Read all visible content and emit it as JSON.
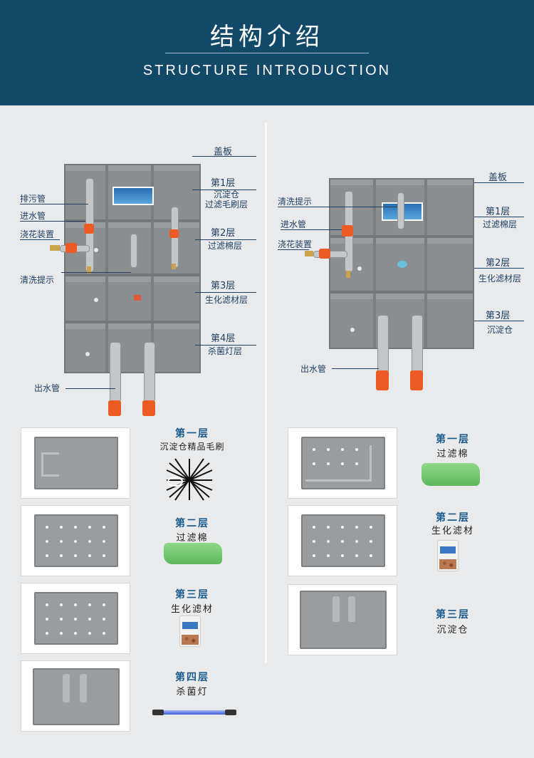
{
  "header": {
    "title_cn": "结构介绍",
    "title_en": "STRUCTURE INTRODUCTION"
  },
  "left_diagram": {
    "lid": "盖板",
    "layer1": "第1层",
    "layer1_desc_a": "沉淀仓",
    "layer1_desc_b": "过滤毛刷层",
    "layer2": "第2层",
    "layer2_desc": "过滤棉层",
    "layer3": "第3层",
    "layer3_desc": "生化滤材层",
    "layer4": "第4层",
    "layer4_desc": "杀菌灯层",
    "drain": "排污管",
    "inlet": "进水管",
    "spray": "浇花装置",
    "clean": "清洗提示",
    "outlet": "出水管"
  },
  "right_diagram": {
    "lid": "盖板",
    "layer1": "第1层",
    "layer1_desc": "过滤棉层",
    "layer2": "第2层",
    "layer2_desc": "生化滤材层",
    "layer3": "第3层",
    "layer3_desc": "沉淀仓",
    "clean": "清洗提示",
    "inlet": "进水管",
    "spray": "浇花装置",
    "outlet": "出水管"
  },
  "left_layers": [
    {
      "title": "第一层",
      "desc": "沉淀仓精品毛刷"
    },
    {
      "title": "第二层",
      "desc": "过滤棉"
    },
    {
      "title": "第三层",
      "desc": "生化滤材"
    },
    {
      "title": "第四层",
      "desc": "杀菌灯"
    }
  ],
  "right_layers": [
    {
      "title": "第一层",
      "desc": "过滤棉"
    },
    {
      "title": "第二层",
      "desc": "生化滤材"
    },
    {
      "title": "第三层",
      "desc": "沉淀仓"
    }
  ],
  "colors": {
    "header_bg": "#124868",
    "label": "#1f3f63",
    "accent_title": "#1a5a8c",
    "valve": "#ec5b22",
    "crate": "#8b8e91"
  }
}
